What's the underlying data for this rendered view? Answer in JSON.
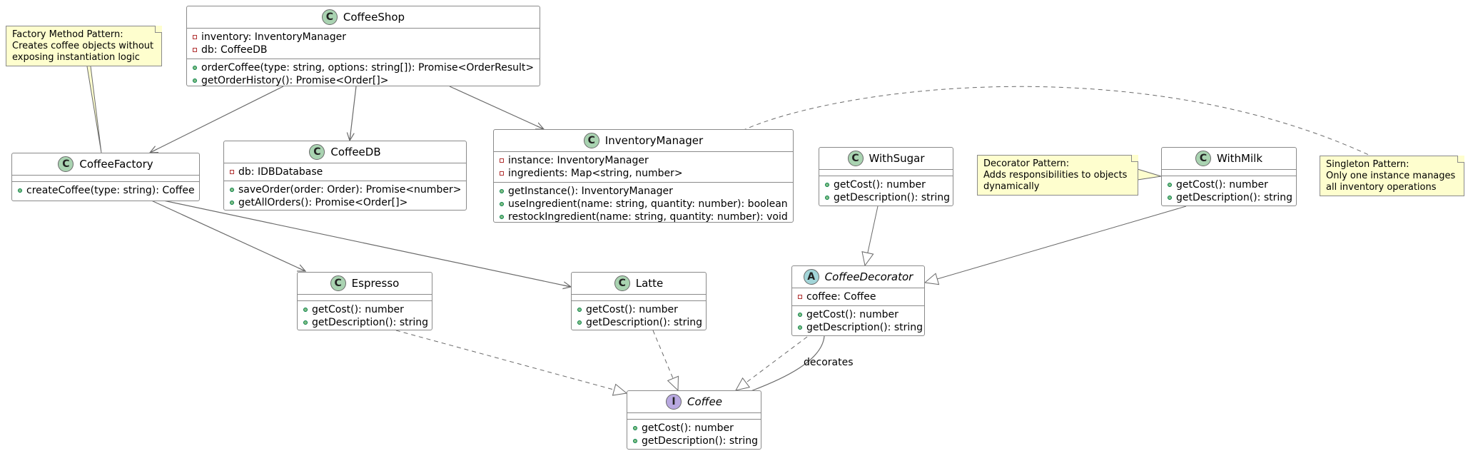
{
  "classes": {
    "coffeeshop": {
      "name": "CoffeeShop",
      "kind": "C",
      "attributes": [
        "inventory: InventoryManager",
        "db: CoffeeDB"
      ],
      "methods": [
        "orderCoffee(type: string, options: string[]): Promise<OrderResult>",
        "getOrderHistory(): Promise<Order[]>"
      ]
    },
    "coffeefactory": {
      "name": "CoffeeFactory",
      "kind": "C",
      "attributes": [],
      "methods": [
        "createCoffee(type: string): Coffee"
      ]
    },
    "coffeedb": {
      "name": "CoffeeDB",
      "kind": "C",
      "attributes": [
        "db: IDBDatabase"
      ],
      "methods": [
        "saveOrder(order: Order): Promise<number>",
        "getAllOrders(): Promise<Order[]>"
      ]
    },
    "inventorymanager": {
      "name": "InventoryManager",
      "kind": "C",
      "attributes": [
        "instance: InventoryManager",
        "ingredients: Map<string, number>"
      ],
      "methods": [
        "getInstance(): InventoryManager",
        "useIngredient(name: string, quantity: number): boolean",
        "restockIngredient(name: string, quantity: number): void"
      ]
    },
    "withsugar": {
      "name": "WithSugar",
      "kind": "C",
      "attributes": [],
      "methods": [
        "getCost(): number",
        "getDescription(): string"
      ]
    },
    "withmilk": {
      "name": "WithMilk",
      "kind": "C",
      "attributes": [],
      "methods": [
        "getCost(): number",
        "getDescription(): string"
      ]
    },
    "espresso": {
      "name": "Espresso",
      "kind": "C",
      "attributes": [],
      "methods": [
        "getCost(): number",
        "getDescription(): string"
      ]
    },
    "latte": {
      "name": "Latte",
      "kind": "C",
      "attributes": [],
      "methods": [
        "getCost(): number",
        "getDescription(): string"
      ]
    },
    "coffeedecorator": {
      "name": "CoffeeDecorator",
      "kind": "A",
      "attributes": [
        "coffee: Coffee"
      ],
      "methods": [
        "getCost(): number",
        "getDescription(): string"
      ]
    },
    "coffee": {
      "name": "Coffee",
      "kind": "I",
      "attributes": [],
      "methods": [
        "getCost(): number",
        "getDescription(): string"
      ]
    }
  },
  "notes": {
    "factory": [
      "Factory Method Pattern:",
      "Creates coffee objects without",
      "exposing instantiation logic"
    ],
    "decorator": [
      "Decorator Pattern:",
      "Adds responsibilities to objects",
      "dynamically"
    ],
    "singleton": [
      "Singleton Pattern:",
      "Only one instance manages",
      "all inventory operations"
    ]
  },
  "relations": {
    "decorates_label": "decorates"
  },
  "colors": {
    "class_circle": "#a9d3b1",
    "abstract_circle": "#a2d5d8",
    "interface_circle": "#b8a8e0",
    "note_fill": "#fefece",
    "border": "#8a8a8a",
    "edge": "#6a6a6a"
  }
}
